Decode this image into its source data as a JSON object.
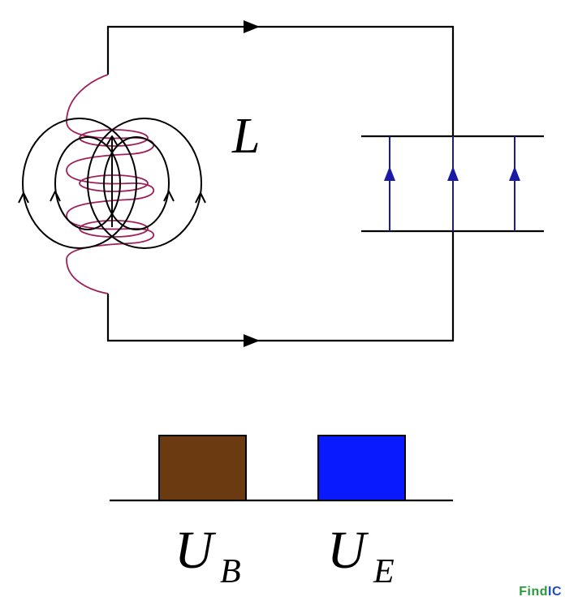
{
  "labels": {
    "inductor": "L",
    "energy_b_main": "U",
    "energy_b_sub": "B",
    "energy_e_main": "U",
    "energy_e_sub": "E"
  },
  "watermark": {
    "part1": "Find",
    "part2": "IC"
  },
  "colors": {
    "wire": "#000000",
    "coil": "#a0205a",
    "field_line": "#000000",
    "capacitor_field": "#1a1aa6",
    "magnetic_energy_block": "#6b3a10",
    "electric_energy_block": "#0a1aff"
  },
  "icons": {
    "current_arrow": "triangle-arrow",
    "field_arrow": "chevron-up"
  }
}
